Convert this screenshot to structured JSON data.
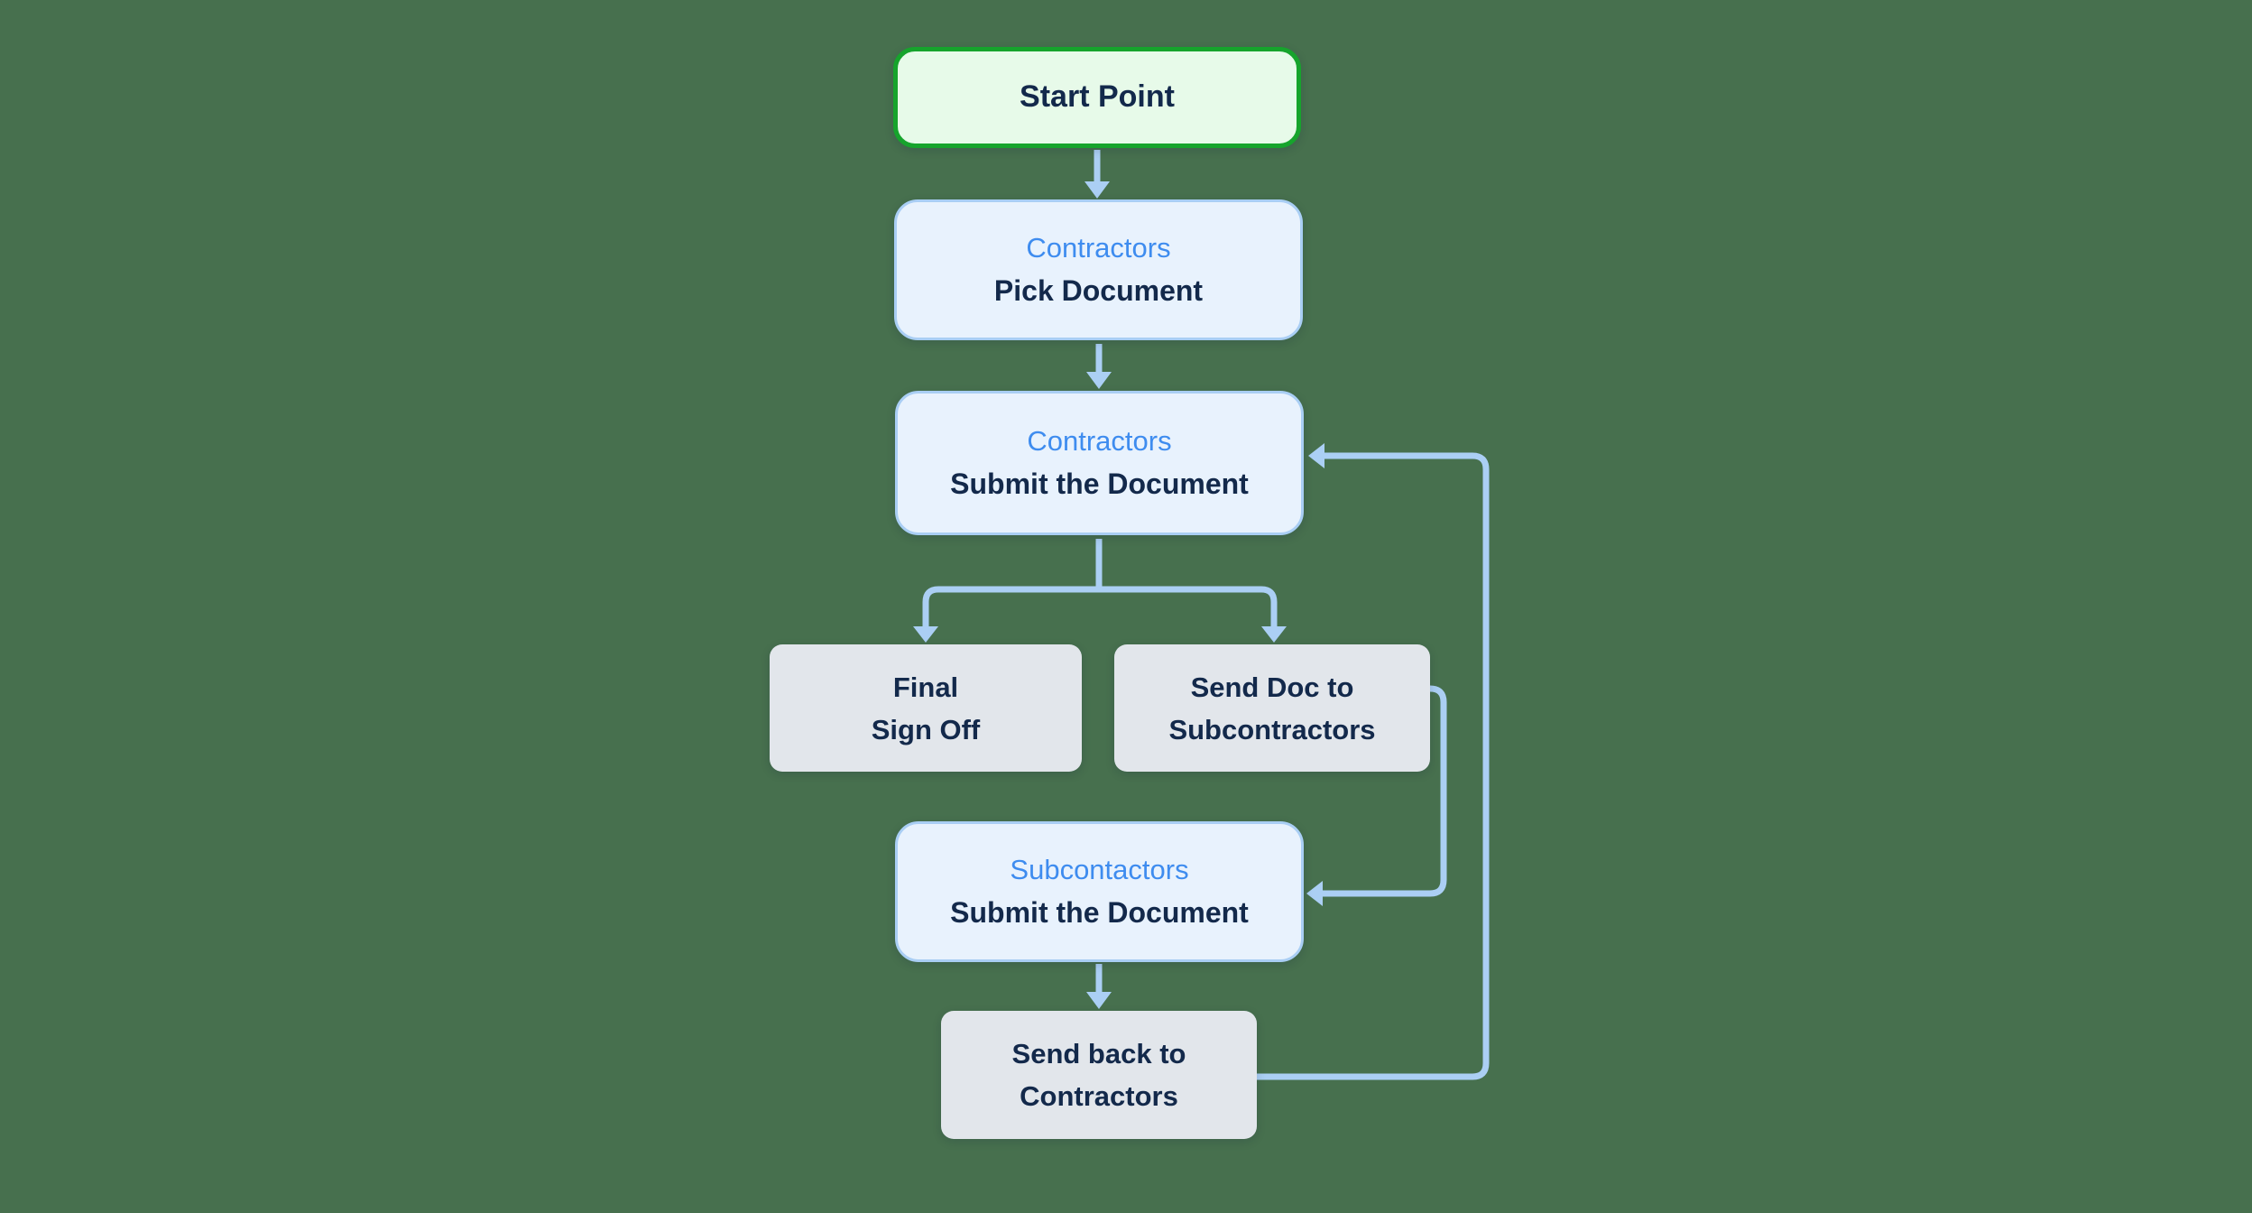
{
  "diagram": {
    "colors": {
      "background": "#47704E",
      "node_blue_fill": "#E8F2FD",
      "node_blue_border": "#A9CEF4",
      "node_green_fill": "#E7FAE9",
      "node_green_border": "#16A42C",
      "node_gray_fill": "#E2E6EB",
      "text_navy": "#13294B",
      "text_blue": "#3E8CEF",
      "connector": "#ABCFF4"
    },
    "nodes": {
      "start": {
        "title": "Start Point"
      },
      "pick": {
        "role": "Contractors",
        "title": "Pick Document"
      },
      "submit": {
        "role": "Contractors",
        "title": "Submit the Document"
      },
      "final": {
        "line1": "Final",
        "line2": "Sign Off"
      },
      "senddoc": {
        "line1": "Send Doc to",
        "line2": "Subcontractors"
      },
      "subsubmit": {
        "role": "Subcontactors",
        "title": "Submit the Document"
      },
      "sendback": {
        "line1": "Send back to",
        "line2": "Contractors"
      }
    },
    "edges": [
      {
        "from": "start",
        "to": "pick"
      },
      {
        "from": "pick",
        "to": "submit"
      },
      {
        "from": "submit",
        "to": "final"
      },
      {
        "from": "submit",
        "to": "senddoc"
      },
      {
        "from": "senddoc",
        "to": "subsubmit"
      },
      {
        "from": "subsubmit",
        "to": "sendback"
      },
      {
        "from": "sendback",
        "to": "submit"
      }
    ]
  }
}
